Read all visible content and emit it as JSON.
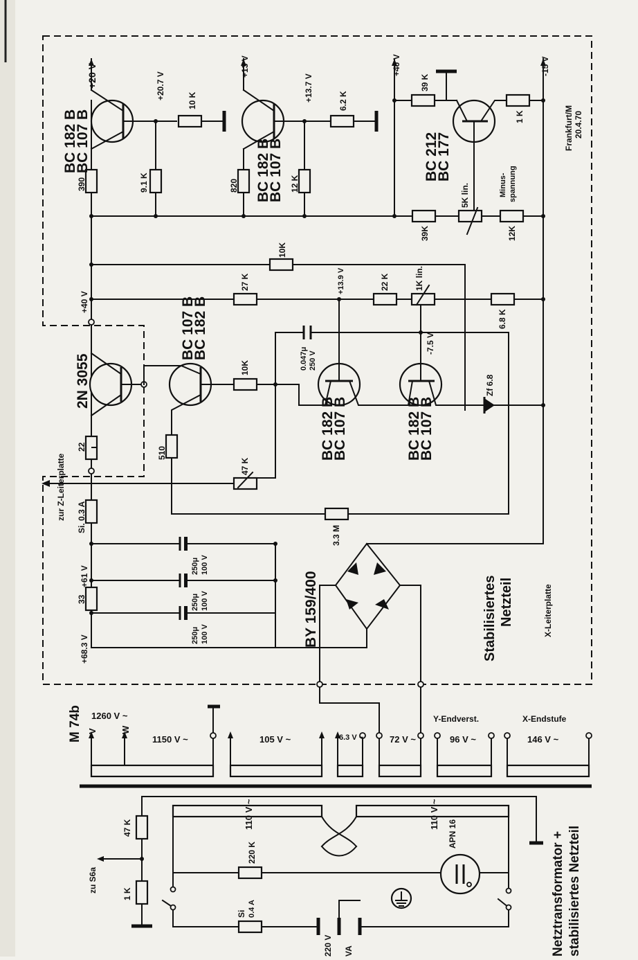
{
  "sheet": {
    "title_line1": "Netztransformator +",
    "title_line2": "stabilisiertes Netzteil",
    "date_place": "Frankfurt/M",
    "date": "20.4.70",
    "stab_line1": "Stabilisiertes",
    "stab_line2": "Netzteil",
    "x_board": "X-Leiterplatte",
    "z_board": "zur Z-Leiterplatte",
    "minus_line1": "Minus-",
    "minus_line2": "spannung"
  },
  "transistors": {
    "t1_a": "BC 182 B",
    "t1_b": "BC 107 B",
    "t2_a": "BC 182 B",
    "t2_b": "BC 107 B",
    "t3_a": "BC 212",
    "t3_b": "BC 177",
    "t4": "2N 3055",
    "t5_a": "BC 107 B",
    "t5_b": "BC 182 B",
    "t6_a": "BC 182 B",
    "t6_b": "BC 107 B",
    "t7_a": "BC 182 B",
    "t7_b": "BC 107 B"
  },
  "voltages": {
    "v20": "+20 V",
    "v207": "+20.7 V",
    "v13": "+13 V",
    "v137": "+13.7 V",
    "v40a": "+40 V",
    "v15": "-15 V",
    "v40b": "+40 V",
    "v139": "+13.9 V",
    "v75": "-7.5 V",
    "v61": "+61 V",
    "v683": "+68.3 V"
  },
  "resistors": {
    "r10k_a": "10 K",
    "r91k": "9.1 K",
    "r390": "390",
    "r62k": "6.2 K",
    "r12k_a": "12 K",
    "r820": "820",
    "r39k_a": "39 K",
    "r1k": "1 K",
    "r39k_b": "39K",
    "r5k": "5K lin.",
    "r12k_b": "12K",
    "r10k_b": "10K",
    "r27k": "27 K",
    "r22k": "22 K",
    "r1klin": "1K lin.",
    "r68k": "6.8 K",
    "r10k_c": "10K",
    "r510": "510",
    "r47k": "47 K",
    "r22": "22",
    "r33m": "3.3 M",
    "r33": "33",
    "r47k_t": "47 K",
    "r1k_t": "1 K",
    "r220k": "220 K"
  },
  "fuses": {
    "f1": "Si. 0.3 A",
    "f2_a": "Si",
    "f2_b": "0.4 A"
  },
  "capacitors": {
    "c047_a": "0.047μ",
    "c047_b": "250 V",
    "c1_a": "250μ",
    "c1_b": "100 V",
    "c2_a": "250μ",
    "c2_b": "100 V",
    "c3_a": "250μ",
    "c3_b": "100 V"
  },
  "diodes": {
    "bridge": "BY 159/400",
    "zener": "Zf 6.8"
  },
  "transformer": {
    "name": "M 74b",
    "hv": "1260 V ~",
    "v": "V",
    "w": "W",
    "s1": "1150 V ~",
    "s2": "105 V ~",
    "s3": "6.3 V ~",
    "s4": "72 V ~",
    "s5_name": "Y-Endverst.",
    "s5": "96 V ~",
    "s6_name": "X-Endstufe",
    "s6": "146 V ~",
    "p1": "110 V ~",
    "p2": "110 V ~",
    "lamp": "APN 16",
    "s6a": "zu S6a",
    "mains_a": "220 V",
    "mains_b": "VA"
  }
}
